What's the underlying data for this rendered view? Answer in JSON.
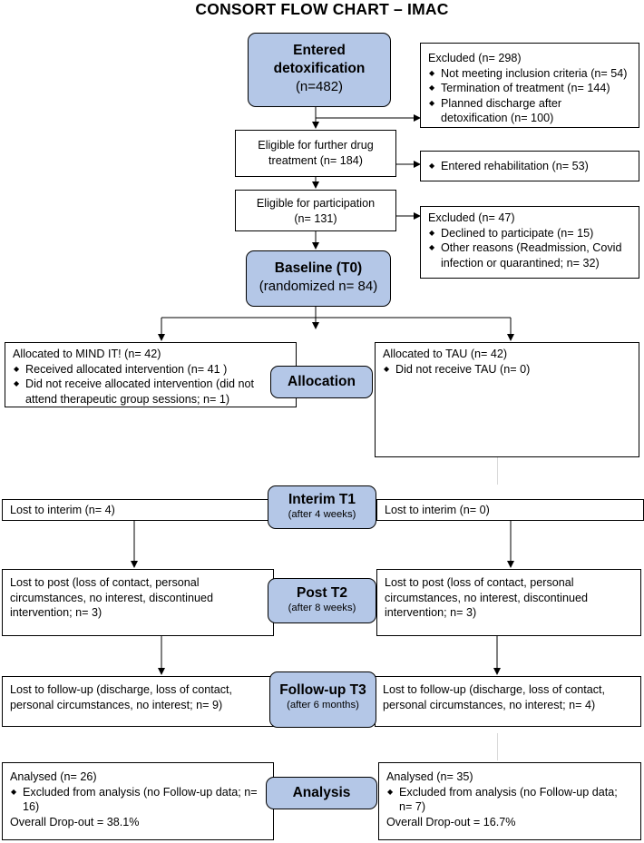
{
  "title": "CONSORT FLOW CHART – IMAC",
  "entered": {
    "line1": "Entered",
    "line2": "detoxification",
    "count": "(n=482)"
  },
  "excluded1": {
    "header": "Excluded (n= 298)",
    "items": [
      "Not meeting inclusion criteria (n= 54)",
      "Termination of treatment (n= 144)",
      "Planned discharge after detoxification (n= 100)"
    ]
  },
  "eligible_drug": {
    "line1": "Eligible for further drug",
    "line2": "treatment (n= 184)"
  },
  "rehab": {
    "item": "Entered rehabilitation (n= 53)"
  },
  "eligible_part": {
    "line1": "Eligible for participation",
    "line2": "(n= 131)"
  },
  "excluded2": {
    "header": "Excluded (n= 47)",
    "items": [
      "Declined to participate (n= 15)",
      "Other reasons (Readmission, Covid infection or quarantined; n= 32)"
    ]
  },
  "baseline": {
    "title": "Baseline (T0)",
    "sub": "(randomized n= 84)"
  },
  "alloc_left": {
    "header": "Allocated to MIND IT! (n= 42)",
    "items": [
      "Received allocated intervention (n= 41 )",
      "Did not receive allocated intervention (did not attend therapeutic group sessions; n= 1)"
    ]
  },
  "alloc_right": {
    "header": "Allocated to TAU (n= 42)",
    "items": [
      "Did not receive TAU (n= 0)"
    ]
  },
  "stages": {
    "allocation": {
      "title": "Allocation"
    },
    "interim": {
      "title": "Interim T1",
      "sub": "(after 4 weeks)"
    },
    "post": {
      "title": "Post T2",
      "sub": "(after 8 weeks)"
    },
    "followup": {
      "title": "Follow-up T3",
      "sub": "(after 6 months)"
    },
    "analysis": {
      "title": "Analysis"
    }
  },
  "interim_left": "Lost to interim (n= 4)",
  "interim_right": "Lost to interim (n= 0)",
  "post_left": "Lost to post (loss of contact, personal circumstances, no interest, discontinued intervention; n= 3)",
  "post_right": "Lost to post (loss of contact, personal circumstances, no interest, discontinued intervention; n= 3)",
  "followup_left": "Lost to follow-up (discharge, loss of contact, personal circumstances, no interest; n= 9)",
  "followup_right": "Lost to follow-up (discharge, loss of contact, personal circumstances, no interest; n= 4)",
  "analysis_left": {
    "analysed": "Analysed  (n= 26)",
    "excluded": "Excluded from analysis (no Follow-up data; n= 16)",
    "dropout": "Overall Drop-out = 38.1%"
  },
  "analysis_right": {
    "analysed": "Analysed  (n= 35)",
    "excluded": "Excluded from analysis (no Follow-up data; n= 7)",
    "dropout": "Overall Drop-out = 16.7%"
  }
}
